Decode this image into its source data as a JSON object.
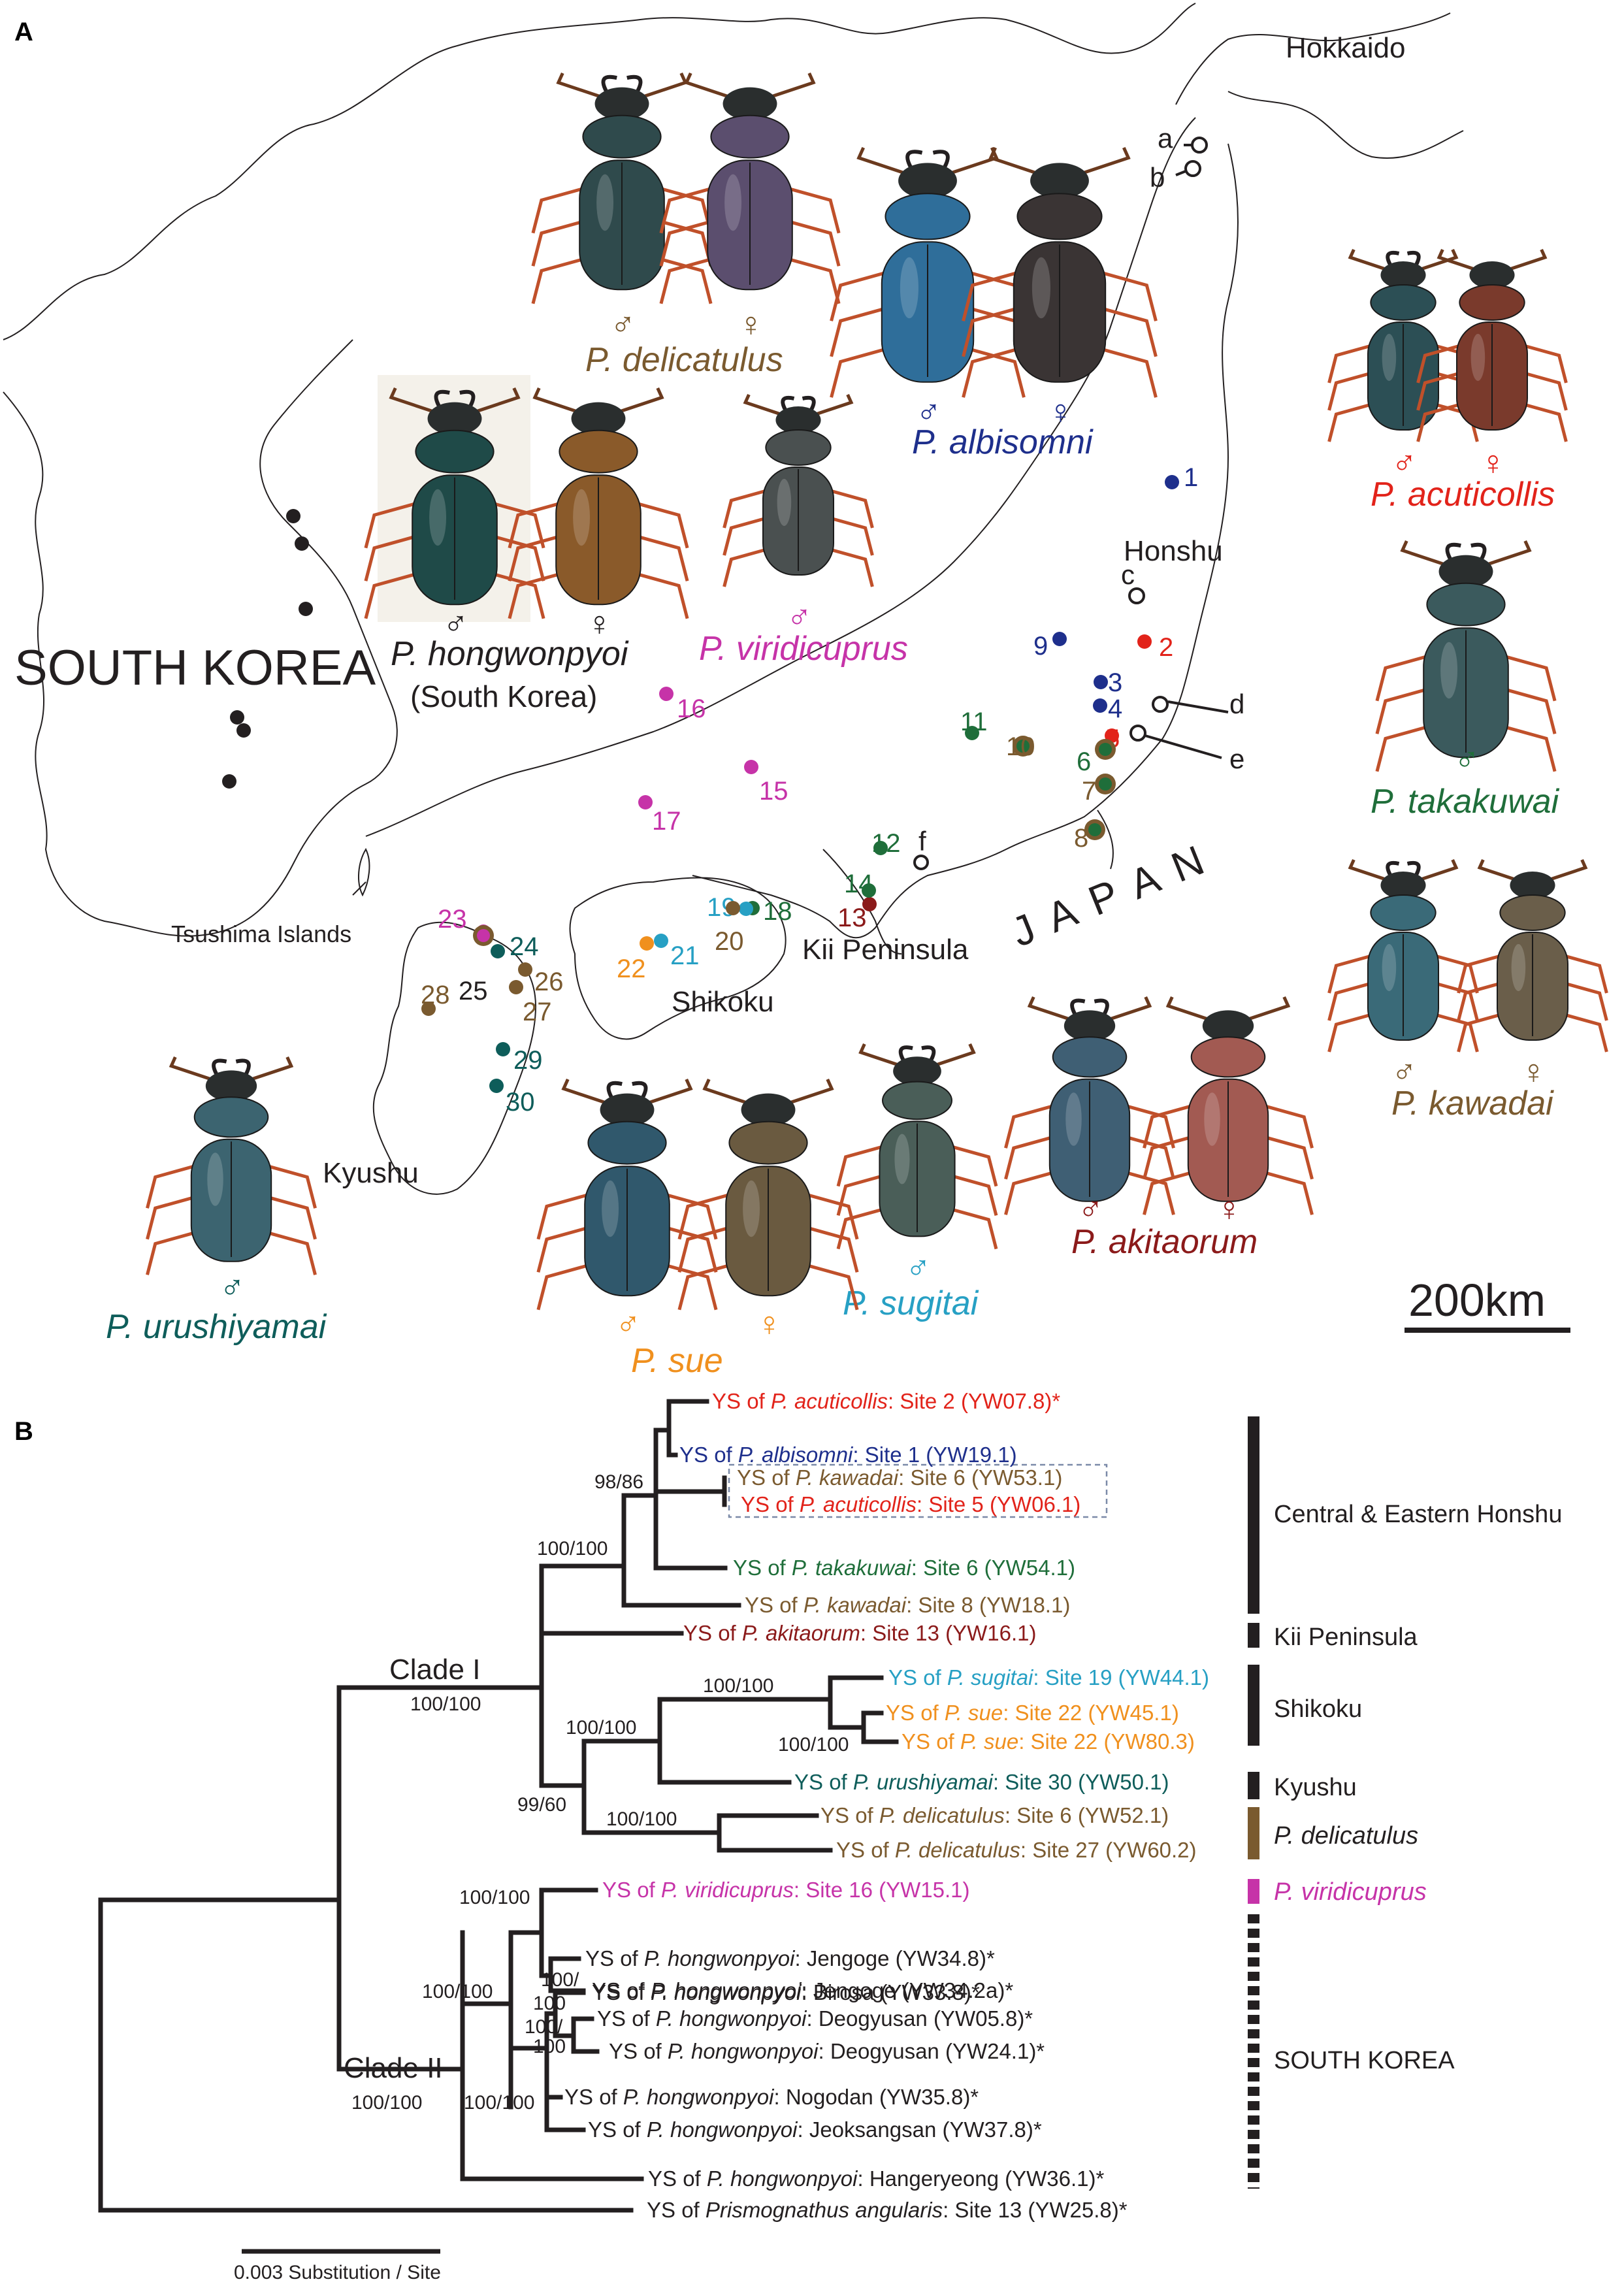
{
  "panel_a_label": "A",
  "panel_b_label": "B",
  "colors": {
    "delicatulus": "#7a5a2f",
    "albisomni": "#1e2f8c",
    "acuticollis": "#e2231a",
    "takakuwai": "#1f6e3a",
    "kawadai": "#7a5a2f",
    "akitaorum": "#8b1a1a",
    "sugitai": "#27a0c4",
    "sue": "#f0901e",
    "urushiyamai": "#0e5d5a",
    "viridicuprus": "#c633a8",
    "hongwonpyoi": "#231f20",
    "black": "#231f20"
  },
  "map": {
    "regions": {
      "hokkaido": "Hokkaido",
      "south_korea": "SOUTH KOREA",
      "honshu": "Honshu",
      "japan": "J A P A N",
      "tsushima": "Tsushima Islands",
      "kii": "Kii Peninsula",
      "shikoku": "Shikoku",
      "kyushu": "Kyushu"
    },
    "scale_bar": "200km",
    "sites": [
      {
        "label": "1",
        "color": "#1e2f8c"
      },
      {
        "label": "2",
        "color": "#e2231a"
      },
      {
        "label": "3",
        "color": "#1e2f8c"
      },
      {
        "label": "4",
        "color": "#1e2f8c"
      },
      {
        "label": "5",
        "color": "#e2231a"
      },
      {
        "label": "6",
        "color": "#1f6e3a"
      },
      {
        "label": "7",
        "color": "#7a5a2f"
      },
      {
        "label": "8",
        "color": "#7a5a2f"
      },
      {
        "label": "9",
        "color": "#1e2f8c"
      },
      {
        "label": "10",
        "color": "#7a5a2f"
      },
      {
        "label": "11",
        "color": "#1f6e3a"
      },
      {
        "label": "12",
        "color": "#1f6e3a"
      },
      {
        "label": "13",
        "color": "#8b1a1a"
      },
      {
        "label": "14",
        "color": "#1f6e3a"
      },
      {
        "label": "15",
        "color": "#c633a8"
      },
      {
        "label": "16",
        "color": "#c633a8"
      },
      {
        "label": "17",
        "color": "#c633a8"
      },
      {
        "label": "18",
        "color": "#1f6e3a"
      },
      {
        "label": "19",
        "color": "#27a0c4"
      },
      {
        "label": "20",
        "color": "#7a5a2f"
      },
      {
        "label": "21",
        "color": "#27a0c4"
      },
      {
        "label": "22",
        "color": "#f0901e"
      },
      {
        "label": "23",
        "color": "#c633a8"
      },
      {
        "label": "24",
        "color": "#0e5d5a"
      },
      {
        "label": "25",
        "color": "#231f20"
      },
      {
        "label": "26",
        "color": "#7a5a2f"
      },
      {
        "label": "27",
        "color": "#7a5a2f"
      },
      {
        "label": "28",
        "color": "#7a5a2f"
      },
      {
        "label": "29",
        "color": "#0e5d5a"
      },
      {
        "label": "30",
        "color": "#0e5d5a"
      }
    ],
    "open_sites": [
      "a",
      "b",
      "c",
      "d",
      "e",
      "f"
    ],
    "species_plates": [
      {
        "key": "delicatulus",
        "name": "P. delicatulus",
        "sexes": [
          "♂",
          "♀"
        ],
        "color": "#7a5a2f"
      },
      {
        "key": "albisomni",
        "name": "P. albisomni",
        "sexes": [
          "♂",
          "♀"
        ],
        "color": "#1e2f8c"
      },
      {
        "key": "acuticollis",
        "name": "P. acuticollis",
        "sexes": [
          "♂",
          "♀"
        ],
        "color": "#e2231a"
      },
      {
        "key": "takakuwai",
        "name": "P. takakuwai",
        "sexes": [
          "♂"
        ],
        "color": "#1f6e3a"
      },
      {
        "key": "hongwonpyoi",
        "name": "P.  hongwonpyoi",
        "note": "(South Korea)",
        "sexes": [
          "♂",
          "♀"
        ],
        "color": "#231f20"
      },
      {
        "key": "viridicuprus",
        "name": "P. viridicuprus",
        "sexes": [
          "♂"
        ],
        "color": "#c633a8"
      },
      {
        "key": "kawadai",
        "name": "P. kawadai",
        "sexes": [
          "♂",
          "♀"
        ],
        "color": "#7a5a2f"
      },
      {
        "key": "akitaorum",
        "name": "P. akitaorum",
        "sexes": [
          "♂",
          "♀"
        ],
        "color": "#8b1a1a"
      },
      {
        "key": "sugitai",
        "name": "P. sugitai",
        "sexes": [
          "♂"
        ],
        "color": "#27a0c4"
      },
      {
        "key": "sue",
        "name": "P. sue",
        "sexes": [
          "♂",
          "♀"
        ],
        "color": "#f0901e"
      },
      {
        "key": "urushiyamai",
        "name": "P. urushiyamai",
        "sexes": [
          "♂"
        ],
        "color": "#0e5d5a"
      }
    ]
  },
  "tree": {
    "scale_label": "0.003 Substitution / Site",
    "clades": [
      "Clade I",
      "Clade II"
    ],
    "support": [
      "98/86",
      "100/100",
      "100/100",
      "100/100",
      "100/100",
      "100/100",
      "99/60",
      "100/100",
      "100/100",
      "100/\n100",
      "100/\n100",
      "100/100",
      "100/100",
      "100/100"
    ],
    "tips": [
      {
        "pre": "YS of ",
        "sp": "P. acuticollis",
        "post": ": Site 2 (YW07.8)*",
        "color": "#e2231a"
      },
      {
        "pre": "YS of ",
        "sp": "P. albisomni",
        "post": ": Site 1 (YW19.1)",
        "color": "#1e2f8c"
      },
      {
        "pre": "YS of ",
        "sp": "P. kawadai",
        "post": ": Site 6 (YW53.1)",
        "color": "#7a5a2f"
      },
      {
        "pre": "YS of ",
        "sp": "P. acuticollis",
        "post": ": Site 5 (YW06.1)",
        "color": "#e2231a"
      },
      {
        "pre": "YS of ",
        "sp": "P. takakuwai",
        "post": ": Site 6 (YW54.1)",
        "color": "#1f6e3a"
      },
      {
        "pre": "YS of ",
        "sp": "P. kawadai",
        "post": ": Site 8 (YW18.1)",
        "color": "#7a5a2f"
      },
      {
        "pre": "YS of ",
        "sp": "P. akitaorum",
        "post": ": Site 13 (YW16.1)",
        "color": "#8b1a1a"
      },
      {
        "pre": "YS of ",
        "sp": "P. sugitai",
        "post": ": Site 19 (YW44.1)",
        "color": "#27a0c4"
      },
      {
        "pre": "YS of ",
        "sp": "P. sue",
        "post": ": Site 22 (YW45.1)",
        "color": "#f0901e"
      },
      {
        "pre": "YS of ",
        "sp": "P. sue",
        "post": ": Site 22 (YW80.3)",
        "color": "#f0901e"
      },
      {
        "pre": "YS of ",
        "sp": "P. urushiyamai",
        "post": ": Site 30 (YW50.1)",
        "color": "#0e5d5a"
      },
      {
        "pre": "YS of ",
        "sp": "P. delicatulus",
        "post": ": Site 6 (YW52.1)",
        "color": "#7a5a2f"
      },
      {
        "pre": "YS of ",
        "sp": "P. delicatulus",
        "post": ": Site 27 (YW60.2)",
        "color": "#7a5a2f"
      },
      {
        "pre": "YS of ",
        "sp": "P. viridicuprus",
        "post": ": Site 16 (YW15.1)",
        "color": "#c633a8"
      },
      {
        "pre": "YS of ",
        "sp": "P. hongwonpyoi",
        "post": ": Jengoge (YW34.8)*",
        "color": "#231f20"
      },
      {
        "pre": "YS of ",
        "sp": "P. hongwonpyoi",
        "post": ": Jengoge (YW34.2a)*",
        "color": "#231f20"
      },
      {
        "pre": "YS of ",
        "sp": "P. hongwonpyoi",
        "post": ": Birosa (YW33.8)*",
        "color": "#231f20"
      },
      {
        "pre": "YS of ",
        "sp": "P. hongwonpyoi",
        "post": ": Deogyusan (YW05.8)*",
        "color": "#231f20"
      },
      {
        "pre": "YS of ",
        "sp": "P. hongwonpyoi",
        "post": ": Deogyusan (YW24.1)*",
        "color": "#231f20"
      },
      {
        "pre": "YS of ",
        "sp": "P. hongwonpyoi",
        "post": ": Nogodan (YW35.8)*",
        "color": "#231f20"
      },
      {
        "pre": "YS of ",
        "sp": "P. hongwonpyoi",
        "post": ": Jeoksangsan (YW37.8)*",
        "color": "#231f20"
      },
      {
        "pre": "YS of ",
        "sp": "P. hongwonpyoi",
        "post": ": Hangeryeong (YW36.1)*",
        "color": "#231f20"
      },
      {
        "pre": "YS of ",
        "sp": "Prismognathus angularis",
        "post": ": Site 13 (YW25.8)*",
        "color": "#231f20"
      }
    ],
    "groups": [
      {
        "label": "Central & Eastern Honshu",
        "italic": false,
        "color": "#231f20"
      },
      {
        "label": "Kii Peninsula",
        "italic": false,
        "color": "#231f20"
      },
      {
        "label": "Shikoku",
        "italic": false,
        "color": "#231f20"
      },
      {
        "label": "Kyushu",
        "italic": false,
        "color": "#231f20"
      },
      {
        "label": "P. delicatulus",
        "italic": true,
        "color": "#231f20"
      },
      {
        "label": "P. viridicuprus",
        "italic": true,
        "color": "#c633a8"
      },
      {
        "label": "SOUTH KOREA",
        "italic": false,
        "color": "#231f20"
      }
    ]
  }
}
